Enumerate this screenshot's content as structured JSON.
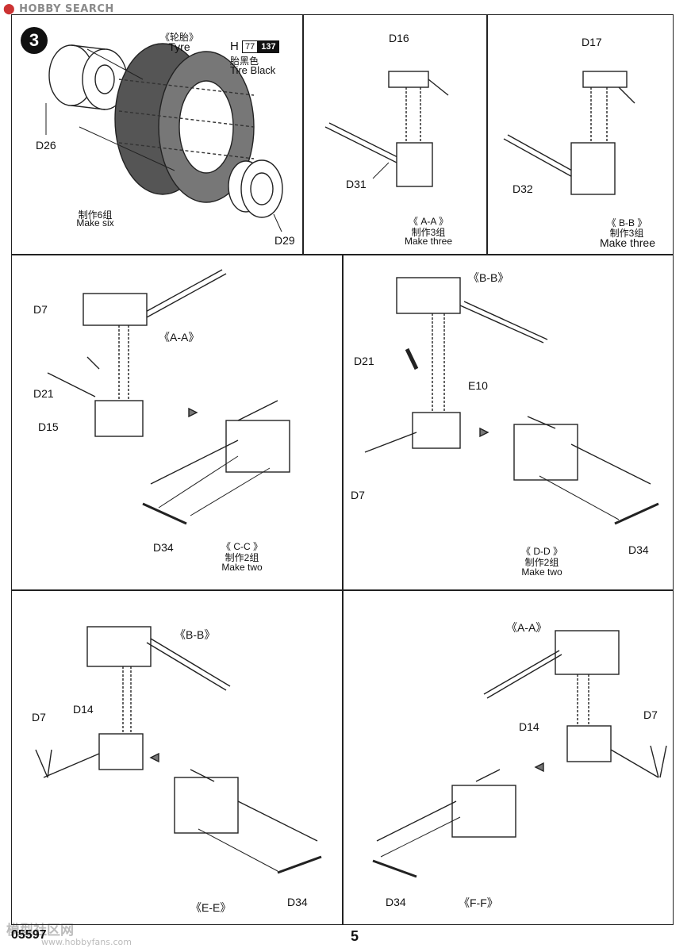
{
  "watermark": {
    "brand": "HOBBY SEARCH",
    "bottom": "模型社区网",
    "url": "www.hobbyfans.com"
  },
  "footer": {
    "code": "05597",
    "page": "5"
  },
  "step": {
    "number": "3",
    "tyre_cn": "《轮胎》",
    "tyre_en": "Tyre",
    "paint_letter": "H",
    "paint_code_1": "77",
    "paint_code_2": "137",
    "paint_cn": "胎黑色",
    "paint_en": "Tire Black",
    "part_d26": "D26",
    "part_d29": "D29",
    "make_cn": "制作6组",
    "make_en": "Make six"
  },
  "panel_aa": {
    "part_top": "D16",
    "part_rod": "D31",
    "title": "《 A-A 》",
    "make_cn": "制作3组",
    "make_en": "Make three"
  },
  "panel_bb": {
    "part_top": "D17",
    "part_rod": "D32",
    "title": "《 B-B 》",
    "make_cn": "制作3组",
    "make_en": "Make three"
  },
  "panel_cc": {
    "ref": "《A-A》",
    "d7": "D7",
    "d21": "D21",
    "d15": "D15",
    "d34": "D34",
    "title": "《 C-C 》",
    "make_cn": "制作2组",
    "make_en": "Make two"
  },
  "panel_dd": {
    "ref": "《B-B》",
    "d21": "D21",
    "e10": "E10",
    "d7": "D7",
    "d34": "D34",
    "title": "《 D-D 》",
    "make_cn": "制作2组",
    "make_en": "Make two"
  },
  "panel_ee": {
    "ref": "《B-B》",
    "d7": "D7",
    "d14": "D14",
    "d34": "D34",
    "title": "《E-E》"
  },
  "panel_ff": {
    "ref": "《A-A》",
    "d14": "D14",
    "d7": "D7",
    "d34": "D34",
    "title": "《F-F》"
  }
}
